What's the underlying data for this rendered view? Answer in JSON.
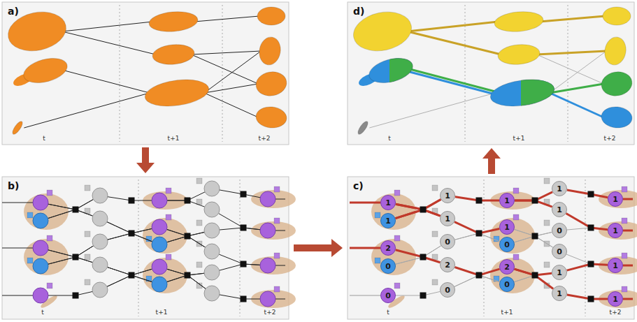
{
  "diagram": {
    "nodes": [
      {
        "text": [
          "1"
        ]
      },
      {
        "text": [
          "1"
        ]
      },
      {
        "text": [
          "2"
        ]
      },
      {
        "text": [
          "0"
        ]
      },
      {
        "text": [
          "0"
        ]
      },
      {
        "text": [
          "1"
        ]
      },
      {
        "text": [
          "1"
        ]
      },
      {
        "text": [
          "0"
        ]
      },
      {
        "text": [
          "2"
        ]
      },
      {
        "text": [
          "0"
        ]
      },
      {
        "text": [
          "1"
        ]
      },
      {
        "text": [
          "1"
        ]
      },
      {
        "text": [
          "0"
        ]
      },
      {
        "text": [
          "2"
        ]
      },
      {
        "text": [
          "0"
        ]
      },
      {
        "text": [
          "1"
        ]
      },
      {
        "text": [
          "1"
        ]
      },
      {
        "text": [
          "0"
        ]
      },
      {
        "text": [
          "0"
        ]
      },
      {
        "text": [
          "1"
        ]
      },
      {
        "text": [
          "1"
        ]
      },
      {
        "text": [
          "1"
        ]
      },
      {
        "text": [
          "1"
        ]
      },
      {
        "text": [
          "1"
        ]
      },
      {
        "text": [
          "1"
        ]
      }
    ],
    "edges": [
      {
        "from": 0,
        "to": 5,
        "arrow": "none"
      },
      {
        "from": 0,
        "to": 6,
        "arrow": "none"
      },
      {
        "from": 1,
        "to": 5,
        "arrow": "none"
      },
      {
        "from": 1,
        "to": 6,
        "arrow": "none"
      },
      {
        "from": 2,
        "to": 7,
        "arrow": "none"
      },
      {
        "from": 2,
        "to": 8,
        "arrow": "none"
      },
      {
        "from": 3,
        "to": 7,
        "arrow": "none"
      },
      {
        "from": 3,
        "to": 8,
        "arrow": "none"
      },
      {
        "from": 4,
        "to": 9,
        "arrow": "none"
      },
      {
        "from": 5,
        "to": 10,
        "arrow": "none"
      },
      {
        "from": 6,
        "to": 11,
        "arrow": "none"
      },
      {
        "from": 6,
        "to": 12,
        "arrow": "none"
      },
      {
        "from": 7,
        "to": 11,
        "arrow": "none"
      },
      {
        "from": 7,
        "to": 12,
        "arrow": "none"
      },
      {
        "from": 8,
        "to": 13,
        "arrow": "none"
      },
      {
        "from": 8,
        "to": 14,
        "arrow": "none"
      },
      {
        "from": 9,
        "to": 13,
        "arrow": "none"
      },
      {
        "from": 9,
        "to": 14,
        "arrow": "none"
      },
      {
        "from": 10,
        "to": 15,
        "arrow": "none"
      },
      {
        "from": 10,
        "to": 16,
        "arrow": "none"
      },
      {
        "from": 11,
        "to": 17,
        "arrow": "none"
      },
      {
        "from": 11,
        "to": 18,
        "arrow": "none"
      },
      {
        "from": 12,
        "to": 17,
        "arrow": "none"
      },
      {
        "from": 12,
        "to": 18,
        "arrow": "none"
      },
      {
        "from": 13,
        "to": 19,
        "arrow": "none"
      },
      {
        "from": 13,
        "to": 20,
        "arrow": "none"
      },
      {
        "from": 14,
        "to": 19,
        "arrow": "none"
      },
      {
        "from": 14,
        "to": 20,
        "arrow": "none"
      },
      {
        "from": 15,
        "to": 21,
        "arrow": "none"
      },
      {
        "from": 16,
        "to": 22,
        "arrow": "none"
      },
      {
        "from": 17,
        "to": 22,
        "arrow": "none"
      },
      {
        "from": 18,
        "to": 23,
        "arrow": "none"
      },
      {
        "from": 19,
        "to": 23,
        "arrow": "none"
      },
      {
        "from": 20,
        "to": 24,
        "arrow": "none"
      }
    ],
    "labels": [
      "a)",
      "t",
      "t+1",
      "t+2",
      "d)",
      "t",
      "t+1",
      "t+2",
      "b)",
      "t",
      "t+1",
      "t+2",
      "c)",
      "t",
      "t+1",
      "t+2"
    ]
  }
}
